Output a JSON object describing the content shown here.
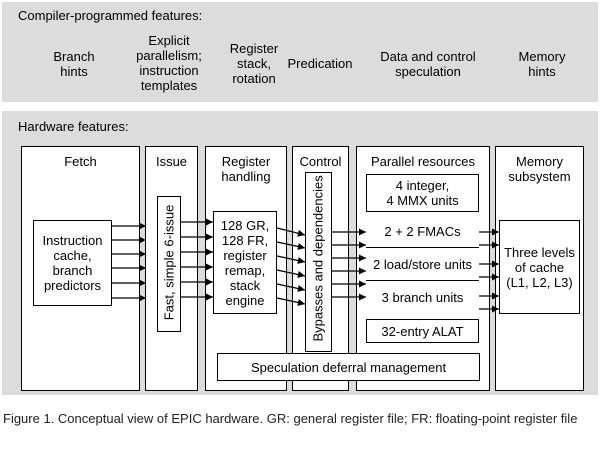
{
  "compiler": {
    "title": "Compiler-programmed features:",
    "features": [
      "Branch\nhints",
      "Explicit\nparallelism;\ninstruction\ntemplates",
      "Register\nstack,\nrotation",
      "Predication",
      "Data and control\nspeculation",
      "Memory\nhints"
    ]
  },
  "hardware": {
    "title": "Hardware features:",
    "fetch": {
      "title": "Fetch",
      "box": "Instruction\ncache,\nbranch\npredictors"
    },
    "issue": {
      "title": "Issue",
      "box": "Fast, simple 6-issue"
    },
    "register": {
      "title": "Register\nhandling",
      "box": "128 GR,\n128 FR,\nregister\nremap,\nstack\nengine"
    },
    "control": {
      "title": "Control",
      "box": "Bypasses and dependencies"
    },
    "parallel": {
      "title": "Parallel resources",
      "units": [
        "4 integer,\n4 MMX units",
        "2 + 2 FMACs",
        "2 load/store units",
        "3 branch units",
        "32-entry ALAT"
      ]
    },
    "memory": {
      "title": "Memory\nsubsystem",
      "box": "Three levels\nof cache\n(L1, L2, L3)"
    },
    "speculation": "Speculation deferral management"
  },
  "caption": "Figure 1. Conceptual view of EPIC hardware. GR: general register file; FR: floating-point register file"
}
